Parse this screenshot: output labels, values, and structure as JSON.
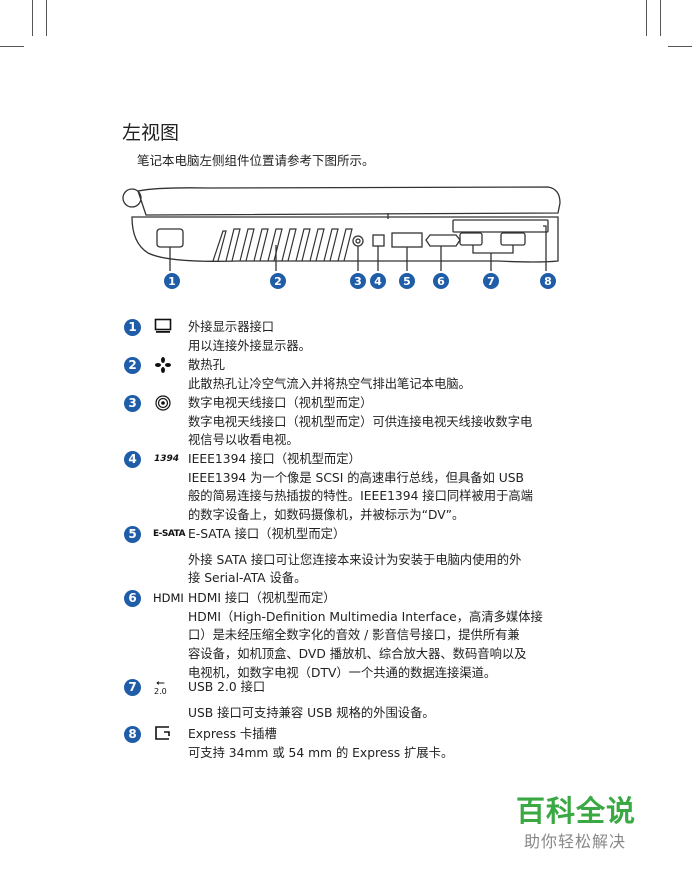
{
  "page": {
    "title": "左视图",
    "intro": "笔记本电脑左侧组件位置请参考下图所示。"
  },
  "diagram": {
    "callouts": [
      "1",
      "2",
      "3",
      "4",
      "5",
      "6",
      "7",
      "8"
    ]
  },
  "items": [
    {
      "num": "1",
      "icon": "monitor-icon",
      "icon_text": "",
      "lines": [
        "外接显示器接口",
        "用以连接外接显示器。"
      ]
    },
    {
      "num": "2",
      "icon": "fan-icon",
      "icon_text": "",
      "lines": [
        "散热孔",
        "此散热孔让冷空气流入并将热空气排出笔记本电脑。"
      ]
    },
    {
      "num": "3",
      "icon": "antenna-icon",
      "icon_text": "",
      "lines": [
        "数字电视天线接口（视机型而定）",
        "数字电视天线接口（视机型而定）可供连接电视天线接收数字电",
        "视信号以收看电视。"
      ]
    },
    {
      "num": "4",
      "icon": "ieee1394-icon",
      "icon_text": "1394",
      "lines": [
        "IEEE1394 接口（视机型而定）",
        "IEEE1394 为一个像是 SCSI 的高速串行总线，但具备如 USB",
        "般的简易连接与热插拔的特性。IEEE1394 接口同样被用于高端",
        "的数字设备上，如数码摄像机，并被标示为“DV”。"
      ]
    },
    {
      "num": "5",
      "icon": "esata-icon",
      "icon_text": "E-SATA",
      "lines": [
        "E-SATA 接口（视机型而定）",
        "外接 SATA 接口可让您连接本来设计为安装于电脑内使用的外",
        "接 Serial-ATA 设备。"
      ]
    },
    {
      "num": "6",
      "icon": "hdmi-icon",
      "icon_text": "HDMI",
      "lines": [
        "HDMI 接口（视机型而定）",
        "HDMI（High-Definition Multimedia Interface，高清多媒体接",
        "口）是未经压缩全数字化的音效 / 影音信号接口，提供所有兼",
        "容设备，如机顶盒、DVD 播放机、综合放大器、数码音响以及",
        "电视机，如数字电视（DTV）一个共通的数据连接渠道。"
      ]
    },
    {
      "num": "7",
      "icon": "usb-icon",
      "icon_text": "2.0",
      "lines": [
        "USB 2.0 接口",
        "USB 接口可支持兼容 USB 规格的外围设备。"
      ]
    },
    {
      "num": "8",
      "icon": "expresscard-icon",
      "icon_text": "",
      "lines": [
        "Express 卡插槽",
        "可支持 34mm 或 54 mm 的 Express 扩展卡。"
      ]
    }
  ],
  "watermark": {
    "title": "百科全说",
    "subtitle": "助你轻松解决"
  },
  "colors": {
    "callout": "#1f5da8",
    "watermark": "#3aa843"
  }
}
